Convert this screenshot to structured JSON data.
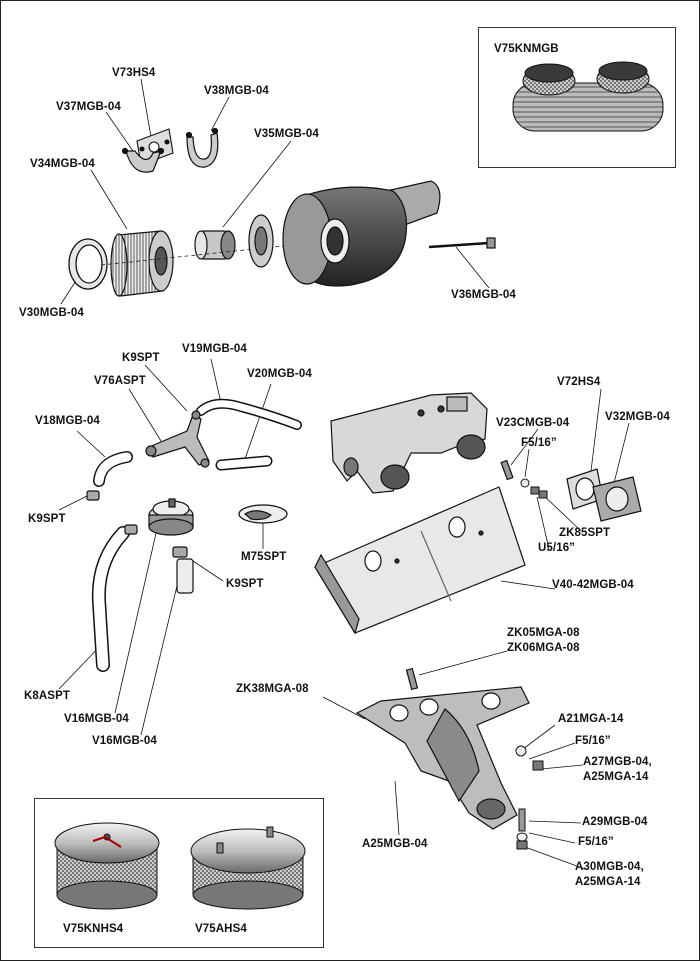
{
  "diagram": {
    "part_labels": {
      "v73hs4": "V73HS4",
      "v37mgb04": "V37MGB-04",
      "v38mgb04": "V38MGB-04",
      "v35mgb04": "V35MGB-04",
      "v34mgb04": "V34MGB-04",
      "v30mgb04": "V30MGB-04",
      "v36mgb04": "V36MGB-04",
      "v75knmgb": "V75KNMGB",
      "k9spt_a": "K9SPT",
      "v19mgb04": "V19MGB-04",
      "v76aspt": "V76ASPT",
      "v20mgb04": "V20MGB-04",
      "v18mgb04": "V18MGB-04",
      "k9spt_b": "K9SPT",
      "m75spt": "M75SPT",
      "k9spt_c": "K9SPT",
      "k8aspt": "K8ASPT",
      "v16mgb04_a": "V16MGB-04",
      "v16mgb04_b": "V16MGB-04",
      "v72hs4": "V72HS4",
      "v23cmgb04": "V23CMGB-04",
      "v32mgb04": "V32MGB-04",
      "f516_a": "F5/16”",
      "zk85spt": "ZK85SPT",
      "u516": "U5/16”",
      "v4042mgb04": "V40-42MGB-04",
      "zk05mga08": "ZK05MGA-08",
      "zk06mga08": "ZK06MGA-08",
      "zk38mga08": "ZK38MGA-08",
      "a21mga14": "A21MGA-14",
      "f516_b": "F5/16”",
      "a27_line1": "A27MGB-04,",
      "a27_line2": "A25MGA-14",
      "a25mgb04": "A25MGB-04",
      "a29mgb04": "A29MGB-04",
      "f516_c": "F5/16”",
      "a30_line1": "A30MGB-04,",
      "a30_line2": "A25MGA-14",
      "v75knhs4": "V75KNHS4",
      "v75ahs4": "V75AHS4"
    }
  }
}
